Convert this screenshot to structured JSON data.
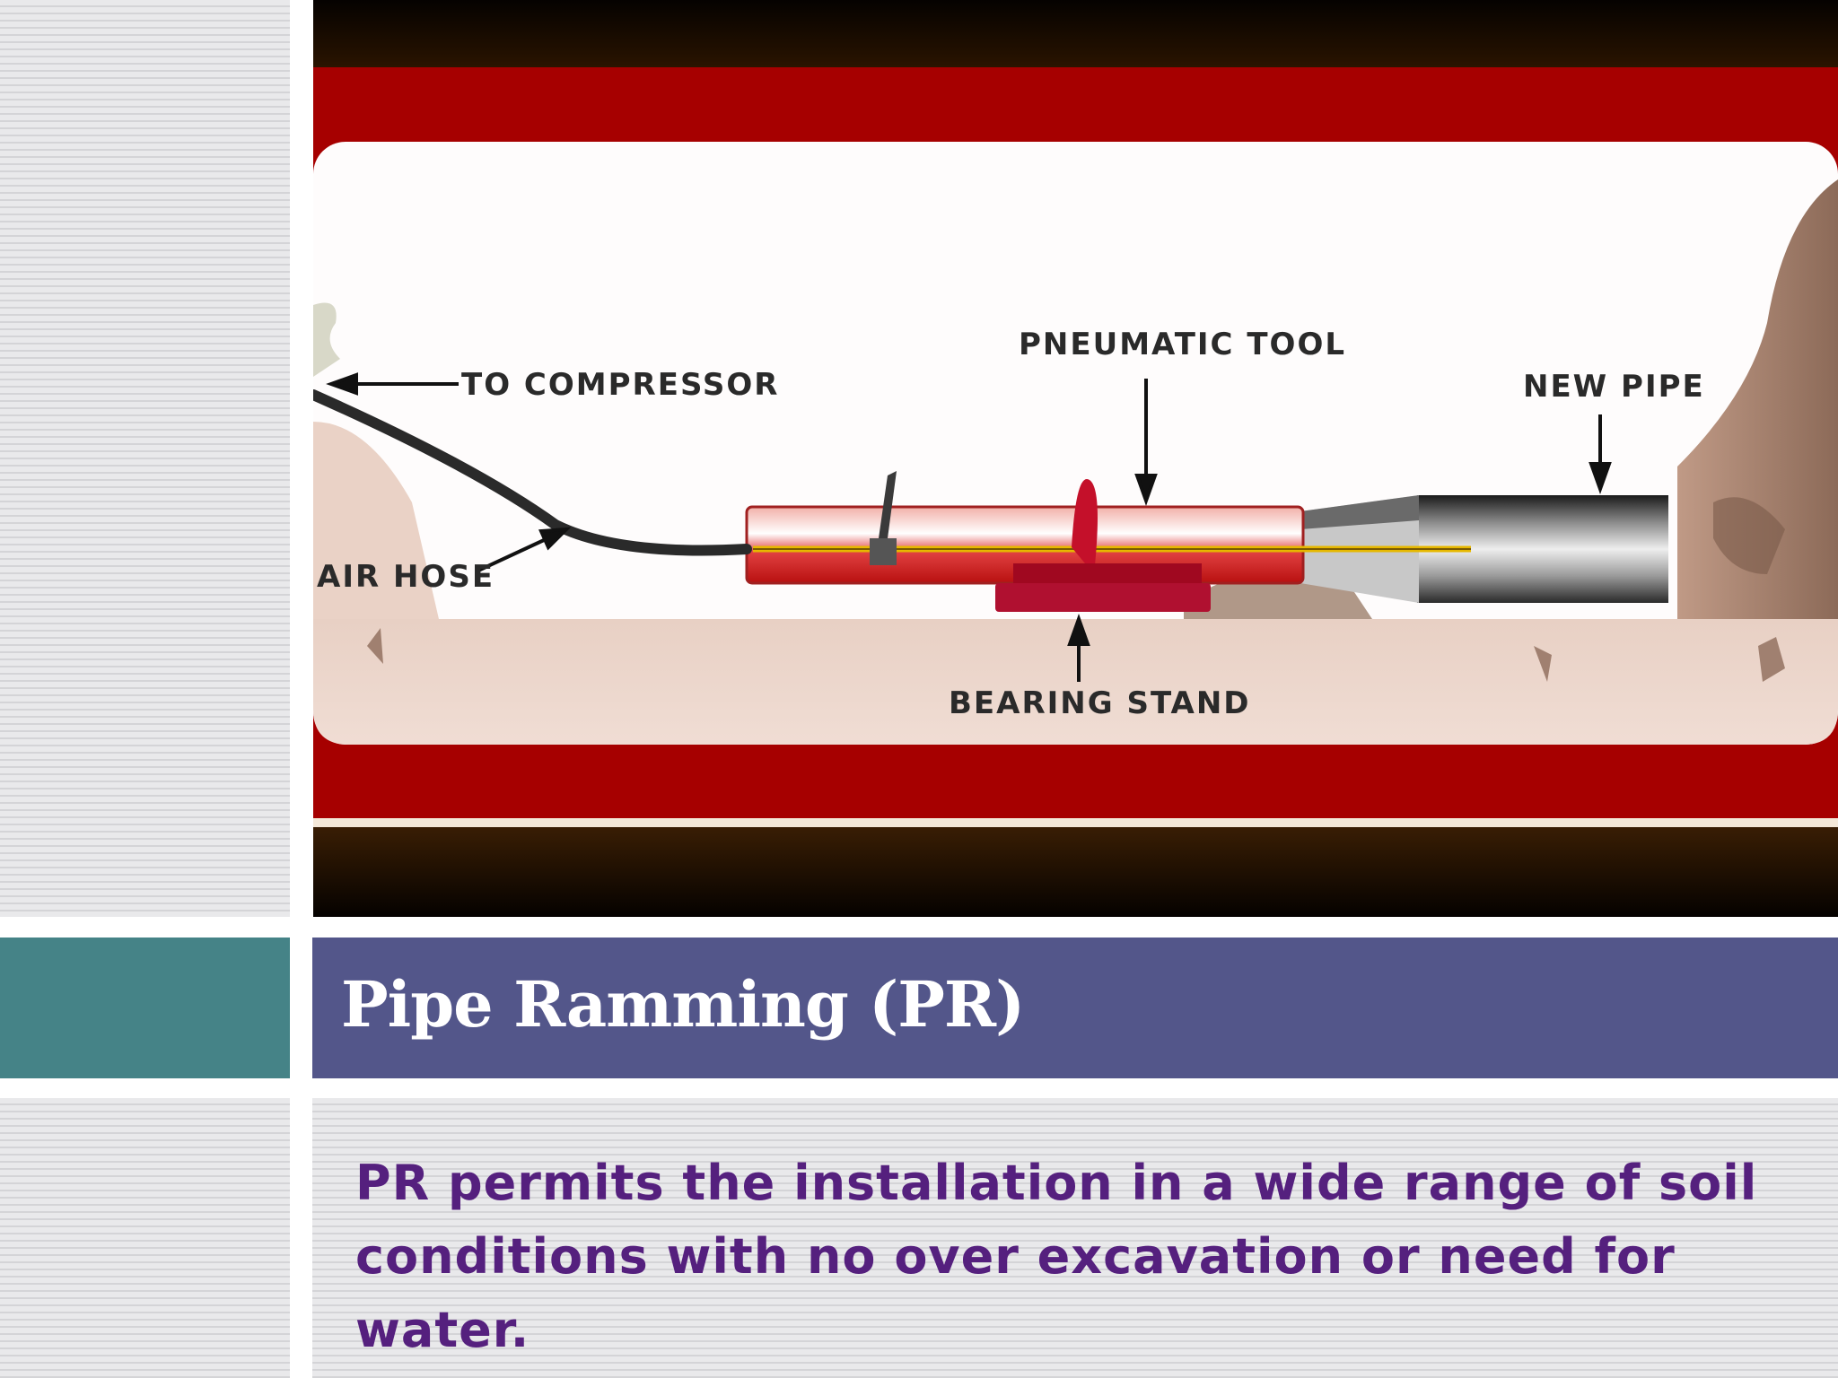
{
  "slide": {
    "title": "Pipe Ramming (PR)",
    "body": "PR permits the installation in a wide range of soil conditions with no over excavation or need for water."
  },
  "diagram": {
    "labels": {
      "to_compressor": "TO COMPRESSOR",
      "pneumatic_tool": "PNEUMATIC TOOL",
      "new_pipe": "NEW PIPE",
      "air_hose": "AIR HOSE",
      "bearing_stand": "BEARING STAND"
    }
  },
  "colors": {
    "title_band": "#53568a",
    "accent_teal": "#458387",
    "body_text": "#55207e",
    "frame_red": "#a60000"
  }
}
